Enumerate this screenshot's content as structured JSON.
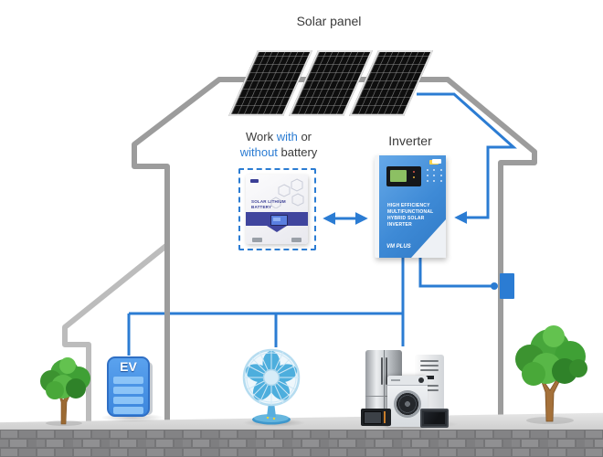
{
  "colors": {
    "wire_blue": "#2b7cd3",
    "house_gray": "#9c9c9c",
    "leanto_gray": "#bcbcbc",
    "inverter_blue": "#3e8ad6",
    "ev_blue": "#4593e6",
    "battery_band_navy": "#40459e",
    "panel_black": "#0e0e0e",
    "text_dark": "#3a3a3a",
    "note_highlight_blue": "#2b7cd3",
    "ground_gray": "#d9d9d9",
    "brick_gray": "#858587",
    "tree_green": "#47a63b"
  },
  "labels": {
    "solar_panel": "Solar panel",
    "inverter": "Inverter"
  },
  "battery_note": {
    "part1": "Work ",
    "part2": "with",
    "part3": " or",
    "part4": "without",
    "part5": " battery"
  },
  "ev_charger": {
    "label": "EV"
  },
  "inverter_unit": {
    "line1": "HIGH EFFICIENCY MULTIFUNCTIONAL",
    "line2": "HYBRID SOLAR INVERTER",
    "model": "VM PLUS"
  },
  "battery_unit": {
    "line1": "SOLAR LITHIUM",
    "line2": "BATTERY"
  }
}
